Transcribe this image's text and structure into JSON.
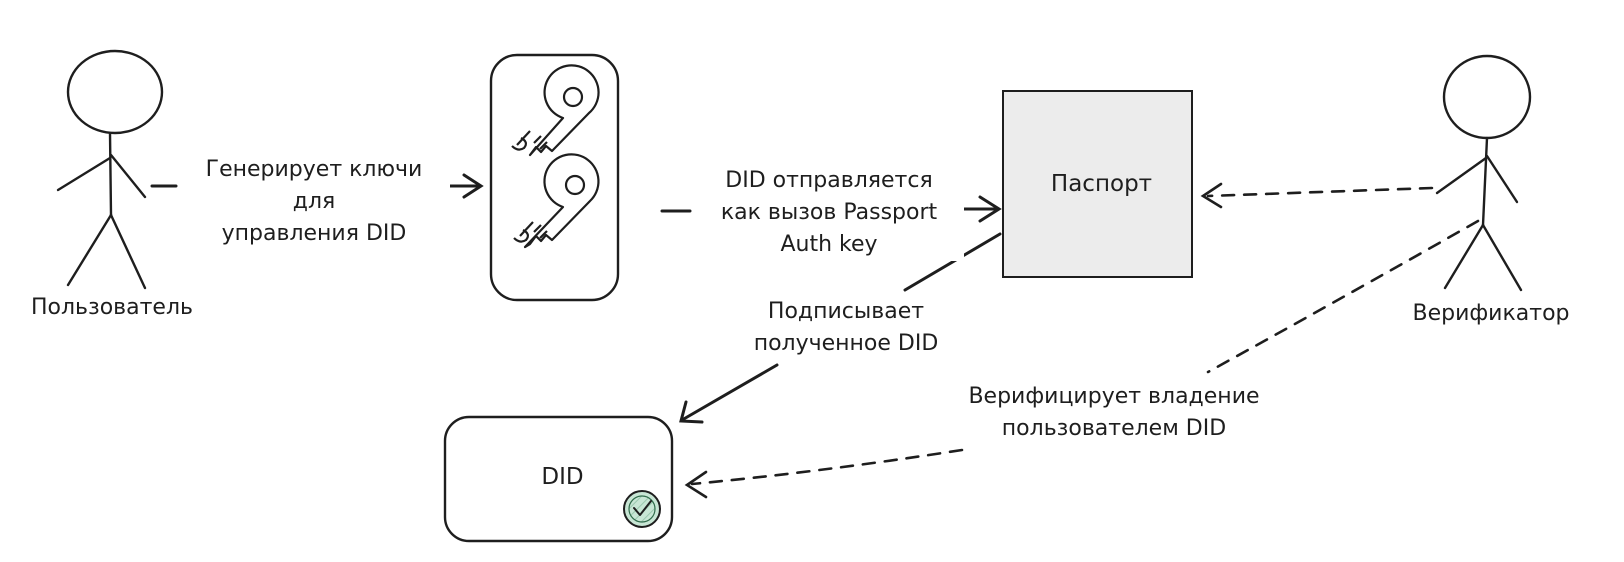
{
  "actors": {
    "user_label": "Пользователь",
    "verifier_label": "Верификатор"
  },
  "nodes": {
    "passport_label": "Паспорт",
    "did_label": "DID"
  },
  "edges": {
    "generate_keys": "Генерирует ключи для\nуправления DID",
    "did_sent": "DID отправляется\nкак вызов Passport\nAuth key",
    "signs_did": "Подписывает\nполученное DID",
    "verifies_ownership": "Верифицирует владение\nпользователем DID"
  },
  "icons": {
    "keys": "key-icon",
    "badge": "check-badge-icon"
  },
  "colors": {
    "stroke": "#1e1e1e",
    "passport_fill": "#ececec",
    "badge_fill": "#c8e6d5",
    "badge_stroke": "#2f6b4a"
  }
}
